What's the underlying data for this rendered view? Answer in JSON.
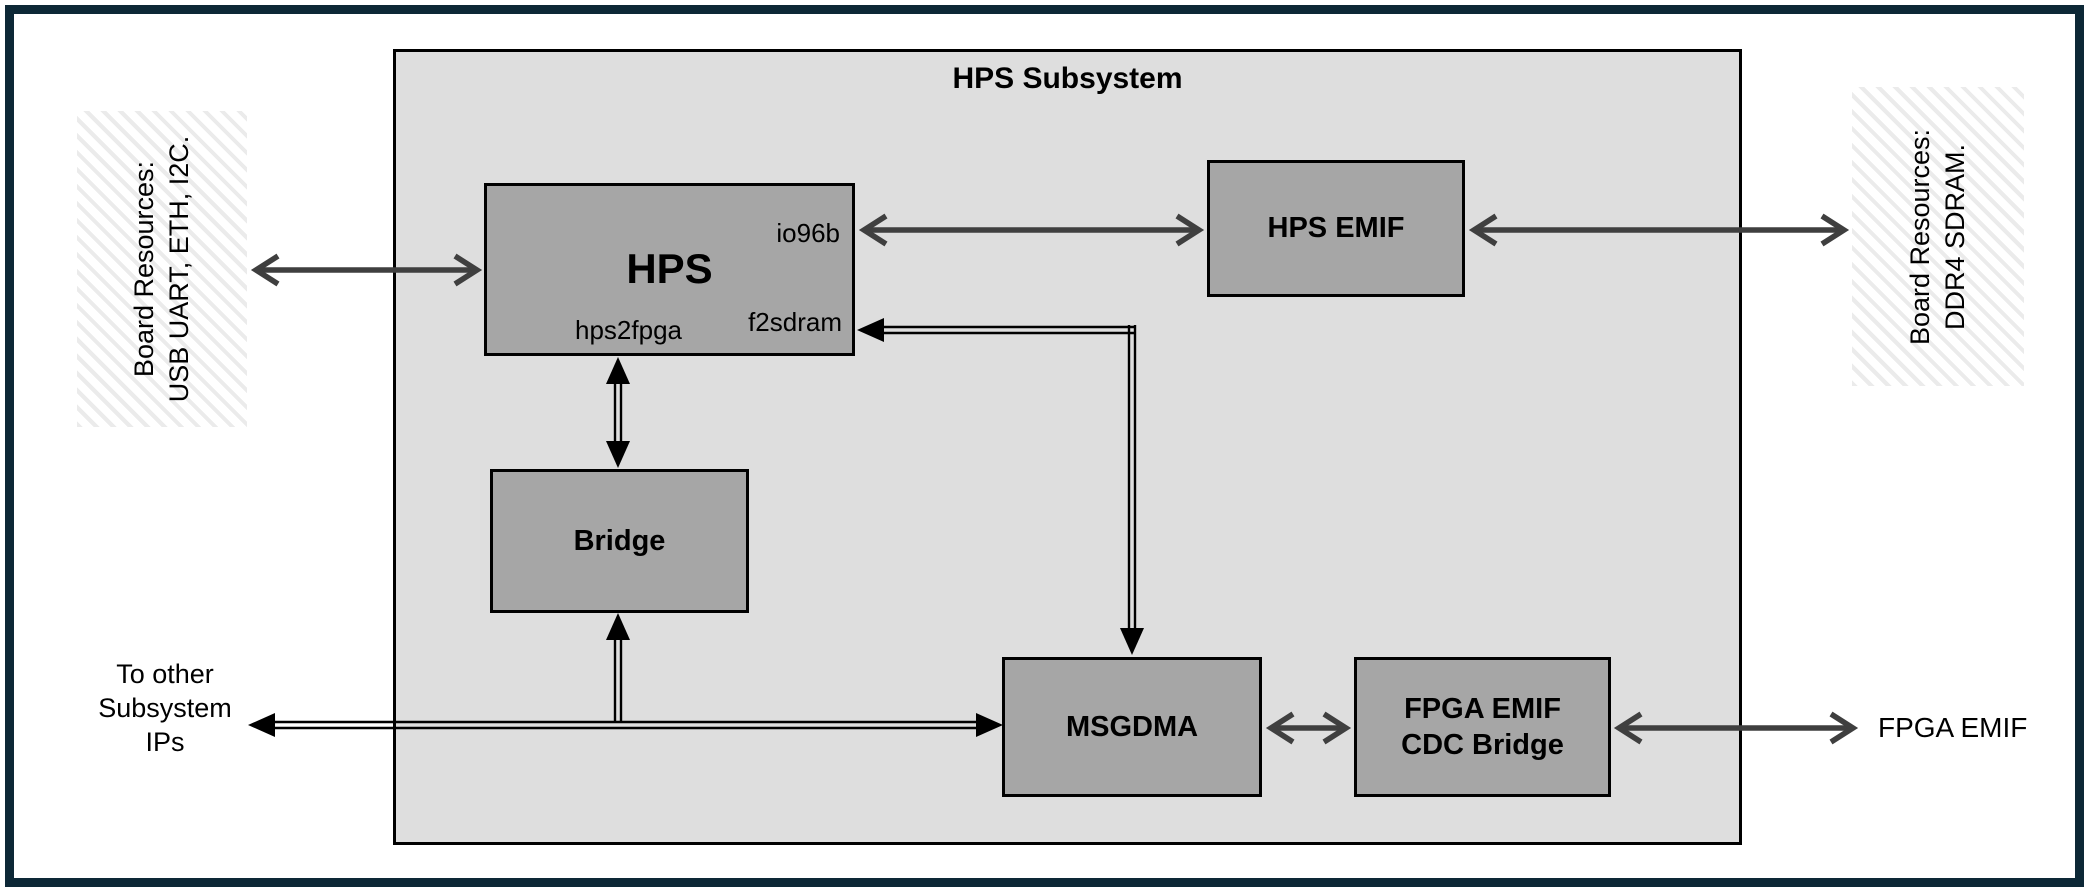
{
  "diagram": {
    "title": "HPS Subsystem",
    "blocks": {
      "hps": {
        "label": "HPS",
        "ports": {
          "io96b": "io96b",
          "hps2fpga": "hps2fpga",
          "f2sdram": "f2sdram"
        }
      },
      "hps_emif": {
        "label": "HPS EMIF"
      },
      "bridge": {
        "label": "Bridge"
      },
      "msgdma": {
        "label": "MSGDMA"
      },
      "fpga_emif_cdc_bridge": {
        "label": "FPGA EMIF CDC Bridge"
      }
    },
    "external_labels": {
      "board_resources_left": {
        "line1": "Board Resources:",
        "line2": "USB UART, ETH, I2C."
      },
      "board_resources_right": {
        "line1": "Board Resources:",
        "line2": "DDR4 SDRAM."
      },
      "to_other_subsystem_ips": {
        "lines": [
          "To other",
          "Subsystem",
          "IPs"
        ]
      },
      "fpga_emif": "FPGA EMIF"
    },
    "colors": {
      "outer_border": "#0d2836",
      "subsystem_fill": "#dedede",
      "block_fill": "#a6a6a6",
      "block_border": "#000000",
      "gray_arrow": "#3f3f3f",
      "black_connector": "#000000",
      "hatch_stripe": "#ebebeb"
    }
  }
}
